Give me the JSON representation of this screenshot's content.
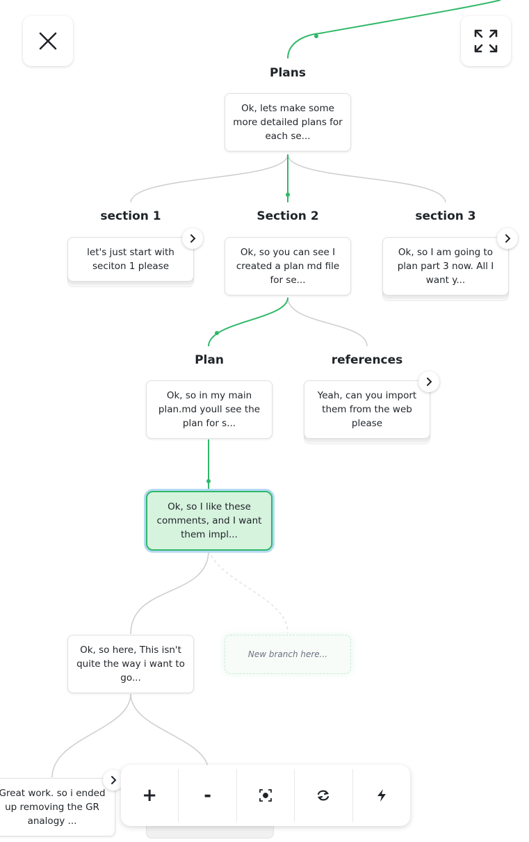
{
  "toolbar_left": {
    "close_icon": "close-icon"
  },
  "toolbar_right": {
    "expand_icon": "expand-icon"
  },
  "branches": {
    "plans": {
      "label": "Plans",
      "text": "Ok, lets make some more detailed plans for each se..."
    },
    "section1": {
      "label": "section 1",
      "text": "let's just start with seciton 1 please"
    },
    "section2": {
      "label": "Section 2",
      "text": "Ok, so you can see I created a plan md file for se..."
    },
    "section3": {
      "label": "section 3",
      "text": "Ok, so I am going to plan part 3 now. All I want y..."
    },
    "plan": {
      "label": "Plan",
      "text": "Ok, so in my main plan.md youll see the plan for s..."
    },
    "references": {
      "label": "references",
      "text": "Yeah, can you import them from the web please"
    },
    "current": {
      "text": "Ok, so I like these comments, and I want them impl..."
    },
    "child1": {
      "text": "Ok, so here, This isn't quite the way i want to go..."
    },
    "new_branch": {
      "placeholder": "New branch here..."
    },
    "grandchild": {
      "text": "Great work. so i ended up removing the GR analogy ..."
    }
  },
  "zoom_controls": {
    "zoom_in": "+",
    "zoom_out": "-",
    "icons": [
      "zoom-in-icon",
      "zoom-out-icon",
      "recenter-icon",
      "refresh-icon",
      "bolt-icon"
    ]
  },
  "colors": {
    "active_branch": "#2fb868",
    "inactive_branch": "#cfcfcf",
    "active_node_bg": "#d6f3de",
    "selection_ring": "#b5d9f4"
  }
}
